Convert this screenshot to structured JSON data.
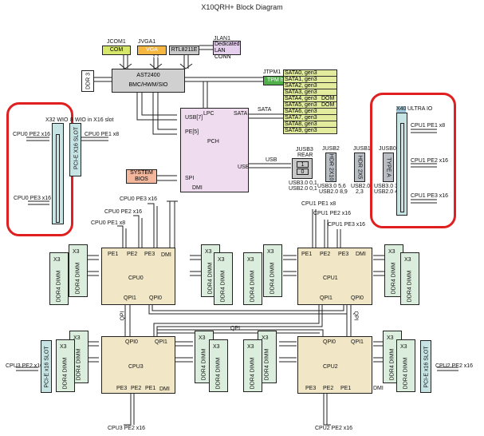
{
  "title": "X10QRH+ Block Diagram",
  "top": {
    "com": {
      "label": "JCOM1",
      "text": "COM",
      "color": "#d6e66a"
    },
    "vga": {
      "label": "JVGA1",
      "text": "VGA CONN",
      "color": "#f5b642"
    },
    "rtl": {
      "text": "RTL8211E",
      "color": "#c8c8c8"
    },
    "lan": {
      "label": "JLAN1",
      "line1": "Dedicated",
      "line2": "LAN CONN",
      "color": "#e4d0ec"
    },
    "ddr3": "DDR 3",
    "bmc": {
      "line1": "AST2400",
      "line2": "BMC/HWM/SIO",
      "color": "#d0d0d0"
    },
    "tpm": {
      "label": "JTPM1",
      "text": "TPM header",
      "color": "#4fb04a"
    }
  },
  "sata": {
    "color": "#e2ec9c",
    "rows": [
      {
        "name": "SATA0, gen3",
        "note": ""
      },
      {
        "name": "SATA1, gen3",
        "note": ""
      },
      {
        "name": "SATA2, gen3",
        "note": ""
      },
      {
        "name": "SATA3, gen3",
        "note": ""
      },
      {
        "name": "SATA4, gen3",
        "note": "DOM"
      },
      {
        "name": "SATA5, gen3",
        "note": "DOM"
      },
      {
        "name": "SATA6, gen3",
        "note": ""
      },
      {
        "name": "SATA7, gen3",
        "note": ""
      },
      {
        "name": "SATA8, gen3",
        "note": ""
      },
      {
        "name": "SATA9, gen3",
        "note": ""
      }
    ]
  },
  "pch": {
    "name": "PCH",
    "color": "#f0dcef",
    "ports": {
      "usb7": "USB[7]",
      "lpc": "LPC",
      "pe5": "PE[5]",
      "sata": "SATA",
      "usb": "USB",
      "spi": "SPI",
      "dmi": "DMI"
    },
    "sata_link": "SATA",
    "usb_link": "USB"
  },
  "bios": {
    "line1": "SYSTEM",
    "line2": "BIOS",
    "color": "#f4b79c"
  },
  "usb": {
    "jusb3": {
      "label": "JUSB3",
      "sub": "REAR",
      "port1": "1",
      "port0": "0",
      "cap1": "USB3.0 0,1",
      "cap2": "USB2.0 0,1"
    },
    "jusb2": {
      "label": "JUSB2",
      "text": "HDR 2X10",
      "cap1": "USB3.0  5,6",
      "cap2": "USB2.0 8,9"
    },
    "jusb1": {
      "label": "JUSB1",
      "text": "HDR 2X5",
      "cap1": "USB2.0",
      "cap2": "2,3"
    },
    "jusb0": {
      "label": "JUSB0",
      "text": "TYPE A",
      "cap1": "USB3.0 3",
      "cap2": "USB2.0 4"
    }
  },
  "left_io": {
    "x32": "X32 WIO",
    "x8": "8 WIO in X16 slot",
    "slot_text": "PCI-E X16 SLOT",
    "pe2": "CPU0 PE2 x16",
    "pe1": "CPU0 PE1 x8",
    "pe3": "CPU0 PE3 x16"
  },
  "right_io": {
    "x40": "X40",
    "ultra": "ULTRA IO",
    "pe1": "CPU1 PE1 x8",
    "pe2": "CPU1 PE2 x16",
    "pe3": "CPU1 PE3 x16"
  },
  "cpu0": {
    "name": "CPU0",
    "pe1": "PE1",
    "pe2": "PE2",
    "pe3": "PE3",
    "dmi": "DMI",
    "qpi1": "QPI1",
    "qpi0": "QPI0",
    "l_pe3": "CPU0 PE3 x16",
    "l_pe2": "CPU0 PE2 x16",
    "l_pe1": "CPU0 PE1 x8"
  },
  "cpu1": {
    "name": "CPU1",
    "pe1": "PE1",
    "pe2": "PE2",
    "pe3": "PE3",
    "dmi": "DMI",
    "qpi1": "QPI1",
    "qpi0": "QPI0",
    "l_pe1": "CPU1 PE1 x8",
    "l_pe2": "CPU1 PE2 x16",
    "l_pe3": "CPU1 PE3 x16"
  },
  "cpu3": {
    "name": "CPU3",
    "qpi0": "QPI0",
    "qpi1": "QPI1",
    "pe3": "PE3",
    "pe2": "PE2",
    "pe1": "PE1",
    "dmi": "DMI",
    "l_bottom": "CPU3 PE2 x16",
    "l_slot": "CPU3 PE2 x16",
    "slot": "PCI-E x16 SLOT"
  },
  "cpu2": {
    "name": "CPU2",
    "qpi0": "QPI0",
    "qpi1": "QPI1",
    "pe3": "PE3",
    "pe2": "PE2",
    "pe1": "PE1",
    "dmi": "DMI",
    "l_bottom": "CPU2 PE2 x16",
    "l_slot": "CPU2 PE2 x16",
    "slot": "PCI-E x16 SLOT"
  },
  "dimm": {
    "count": "X3",
    "text": "DDR4 DIMM"
  },
  "qpi_labels": {
    "left": "QPI",
    "center": "QPI",
    "right": "QPI"
  },
  "colors": {
    "cpu": "#f1e6c6",
    "dimm": "#dbeedd",
    "slot": "#c7e4e4",
    "highlight": "#e02020"
  }
}
